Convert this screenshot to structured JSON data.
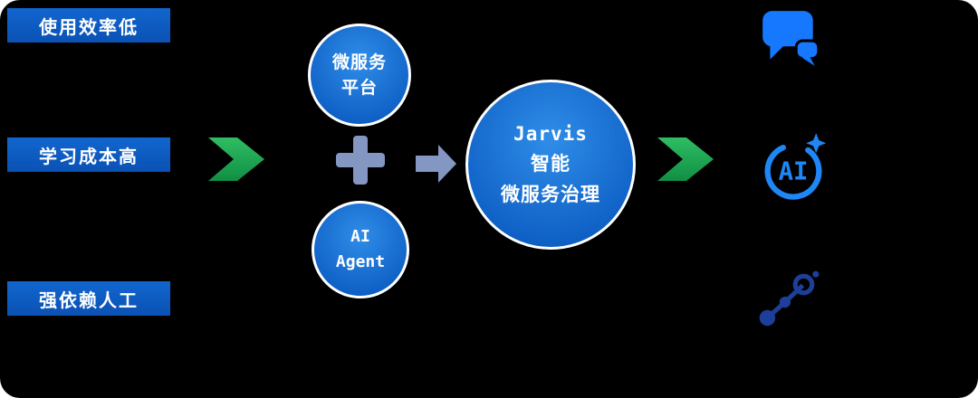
{
  "diagram": {
    "pain_points": [
      {
        "label": "使用效率低"
      },
      {
        "label": "学习成本高"
      },
      {
        "label": "强依赖人工"
      }
    ],
    "flow": {
      "component_top": "微服务\n平台",
      "component_bottom": "AI\nAgent",
      "result": "Jarvis\n智能\n微服务治理"
    },
    "icons": {
      "flow_arrow_left": "chevron-right-arrow",
      "plus": "plus-icon",
      "merge_arrow": "block-arrow-right",
      "flow_arrow_right": "chevron-right-arrow",
      "outcomes": [
        {
          "name": "chat-bubbles-icon"
        },
        {
          "name": "ai-badge-icon",
          "label": "AI"
        },
        {
          "name": "network-nodes-icon"
        }
      ]
    },
    "colors": {
      "background": "#000000",
      "pain_box_blue": "#0d5cc4",
      "circle_blue": "#1470d6",
      "circle_border": "#ffffff",
      "arrow_green": "#1ca24f",
      "connector_slate": "#8496c2",
      "icon_bright_blue": "#1677ff",
      "icon_ring_blue": "#1f87f5",
      "icon_navy": "#1d3e99"
    }
  }
}
